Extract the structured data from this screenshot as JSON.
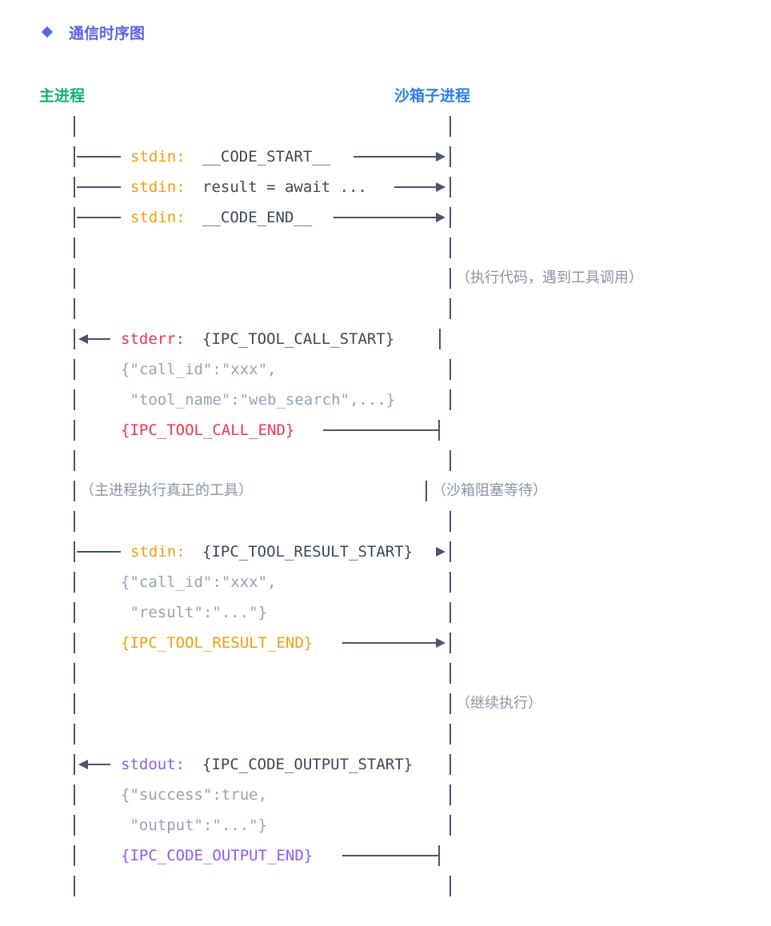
{
  "heading": {
    "title": "通信时序图",
    "icon": "diamond-icon"
  },
  "actors": {
    "main": "主进程",
    "sandbox": "沙箱子进程"
  },
  "colors": {
    "heading": "#5b63e6",
    "main": "#12b36e",
    "sandbox": "#2f7de8",
    "stdin": "#f59e0b",
    "stderr": "#e8364f",
    "stdout": "#8b5cf6",
    "line": "#4a5568",
    "muted": "#94a3b8"
  },
  "messages": {
    "m1": {
      "channel": "stdin:",
      "text": "__CODE_START__"
    },
    "m2": {
      "channel": "stdin:",
      "text": "result = await ..."
    },
    "m3": {
      "channel": "stdin:",
      "text": "__CODE_END__"
    },
    "note1": "（执行代码，遇到工具调用）",
    "m4": {
      "channel": "stderr:",
      "text": "{IPC_TOOL_CALL_START}",
      "payload1": "{\"call_id\":\"xxx\",",
      "payload2": " \"tool_name\":\"web_search\",...}",
      "end": "{IPC_TOOL_CALL_END}"
    },
    "note2_main": "（主进程执行真正的工具）",
    "note2_sandbox": "（沙箱阻塞等待）",
    "m5": {
      "channel": "stdin:",
      "text": "{IPC_TOOL_RESULT_START}",
      "payload1": "{\"call_id\":\"xxx\",",
      "payload2": " \"result\":\"...\"}",
      "end": "{IPC_TOOL_RESULT_END}"
    },
    "note3": "（继续执行）",
    "m6": {
      "channel": "stdout:",
      "text": "{IPC_CODE_OUTPUT_START}",
      "payload1": "{\"success\":true,",
      "payload2": " \"output\":\"...\"}",
      "end": "{IPC_CODE_OUTPUT_END}"
    }
  }
}
